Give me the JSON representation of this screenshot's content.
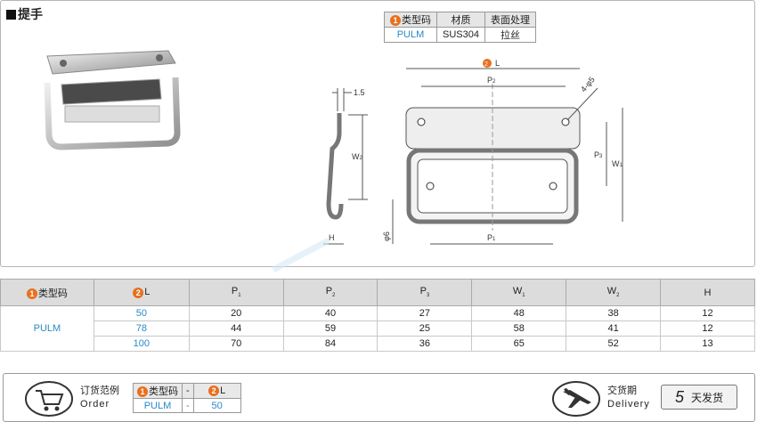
{
  "product": {
    "title": "提手"
  },
  "spec_table": {
    "headers": [
      "类型码",
      "材质",
      "表面处理"
    ],
    "header_marker": "1",
    "row": [
      "PULM",
      "SUS304",
      "拉丝"
    ]
  },
  "drawing": {
    "l_marker": "2",
    "labels": {
      "L": "L",
      "P2": "P",
      "P2_sub": "2",
      "P1": "P",
      "P1_sub": "1",
      "P3": "P",
      "P3_sub": "3",
      "W1": "W",
      "W1_sub": "1",
      "W2": "W",
      "W2_sub": "2",
      "H": "H",
      "hole": "4-φ5",
      "thickness": "1.5",
      "dia": "φ6"
    }
  },
  "dims_table": {
    "headers": {
      "type": "类型码",
      "type_marker": "1",
      "l": "L",
      "l_marker": "2",
      "p1": "P",
      "p1_sub": "1",
      "p2": "P",
      "p2_sub": "2",
      "p3": "P",
      "p3_sub": "3",
      "w1": "W",
      "w1_sub": "1",
      "w2": "W",
      "w2_sub": "2",
      "h": "H"
    },
    "code": "PULM",
    "rows": [
      {
        "L": "50",
        "P1": "20",
        "P2": "40",
        "P3": "27",
        "W1": "48",
        "W2": "38",
        "H": "12"
      },
      {
        "L": "78",
        "P1": "44",
        "P2": "59",
        "P3": "25",
        "W1": "58",
        "W2": "41",
        "H": "12"
      },
      {
        "L": "100",
        "P1": "70",
        "P2": "84",
        "P3": "36",
        "W1": "65",
        "W2": "52",
        "H": "13"
      }
    ]
  },
  "order": {
    "label_cn": "订货范例",
    "label_en": "Order",
    "type_header": "类型码",
    "type_marker": "1",
    "dash": "-",
    "l_header": "L",
    "l_marker": "2",
    "type_value": "PULM",
    "l_value": "50"
  },
  "delivery": {
    "label_cn": "交货期",
    "label_en": "Delivery",
    "days": "5",
    "unit": "天发货"
  },
  "icons": {
    "cart": "shopping-cart-icon",
    "plane": "airplane-icon"
  },
  "colors": {
    "accent": "#e8701e",
    "code_blue": "#2a8ac8",
    "header_gray": "#dcdcdc"
  }
}
